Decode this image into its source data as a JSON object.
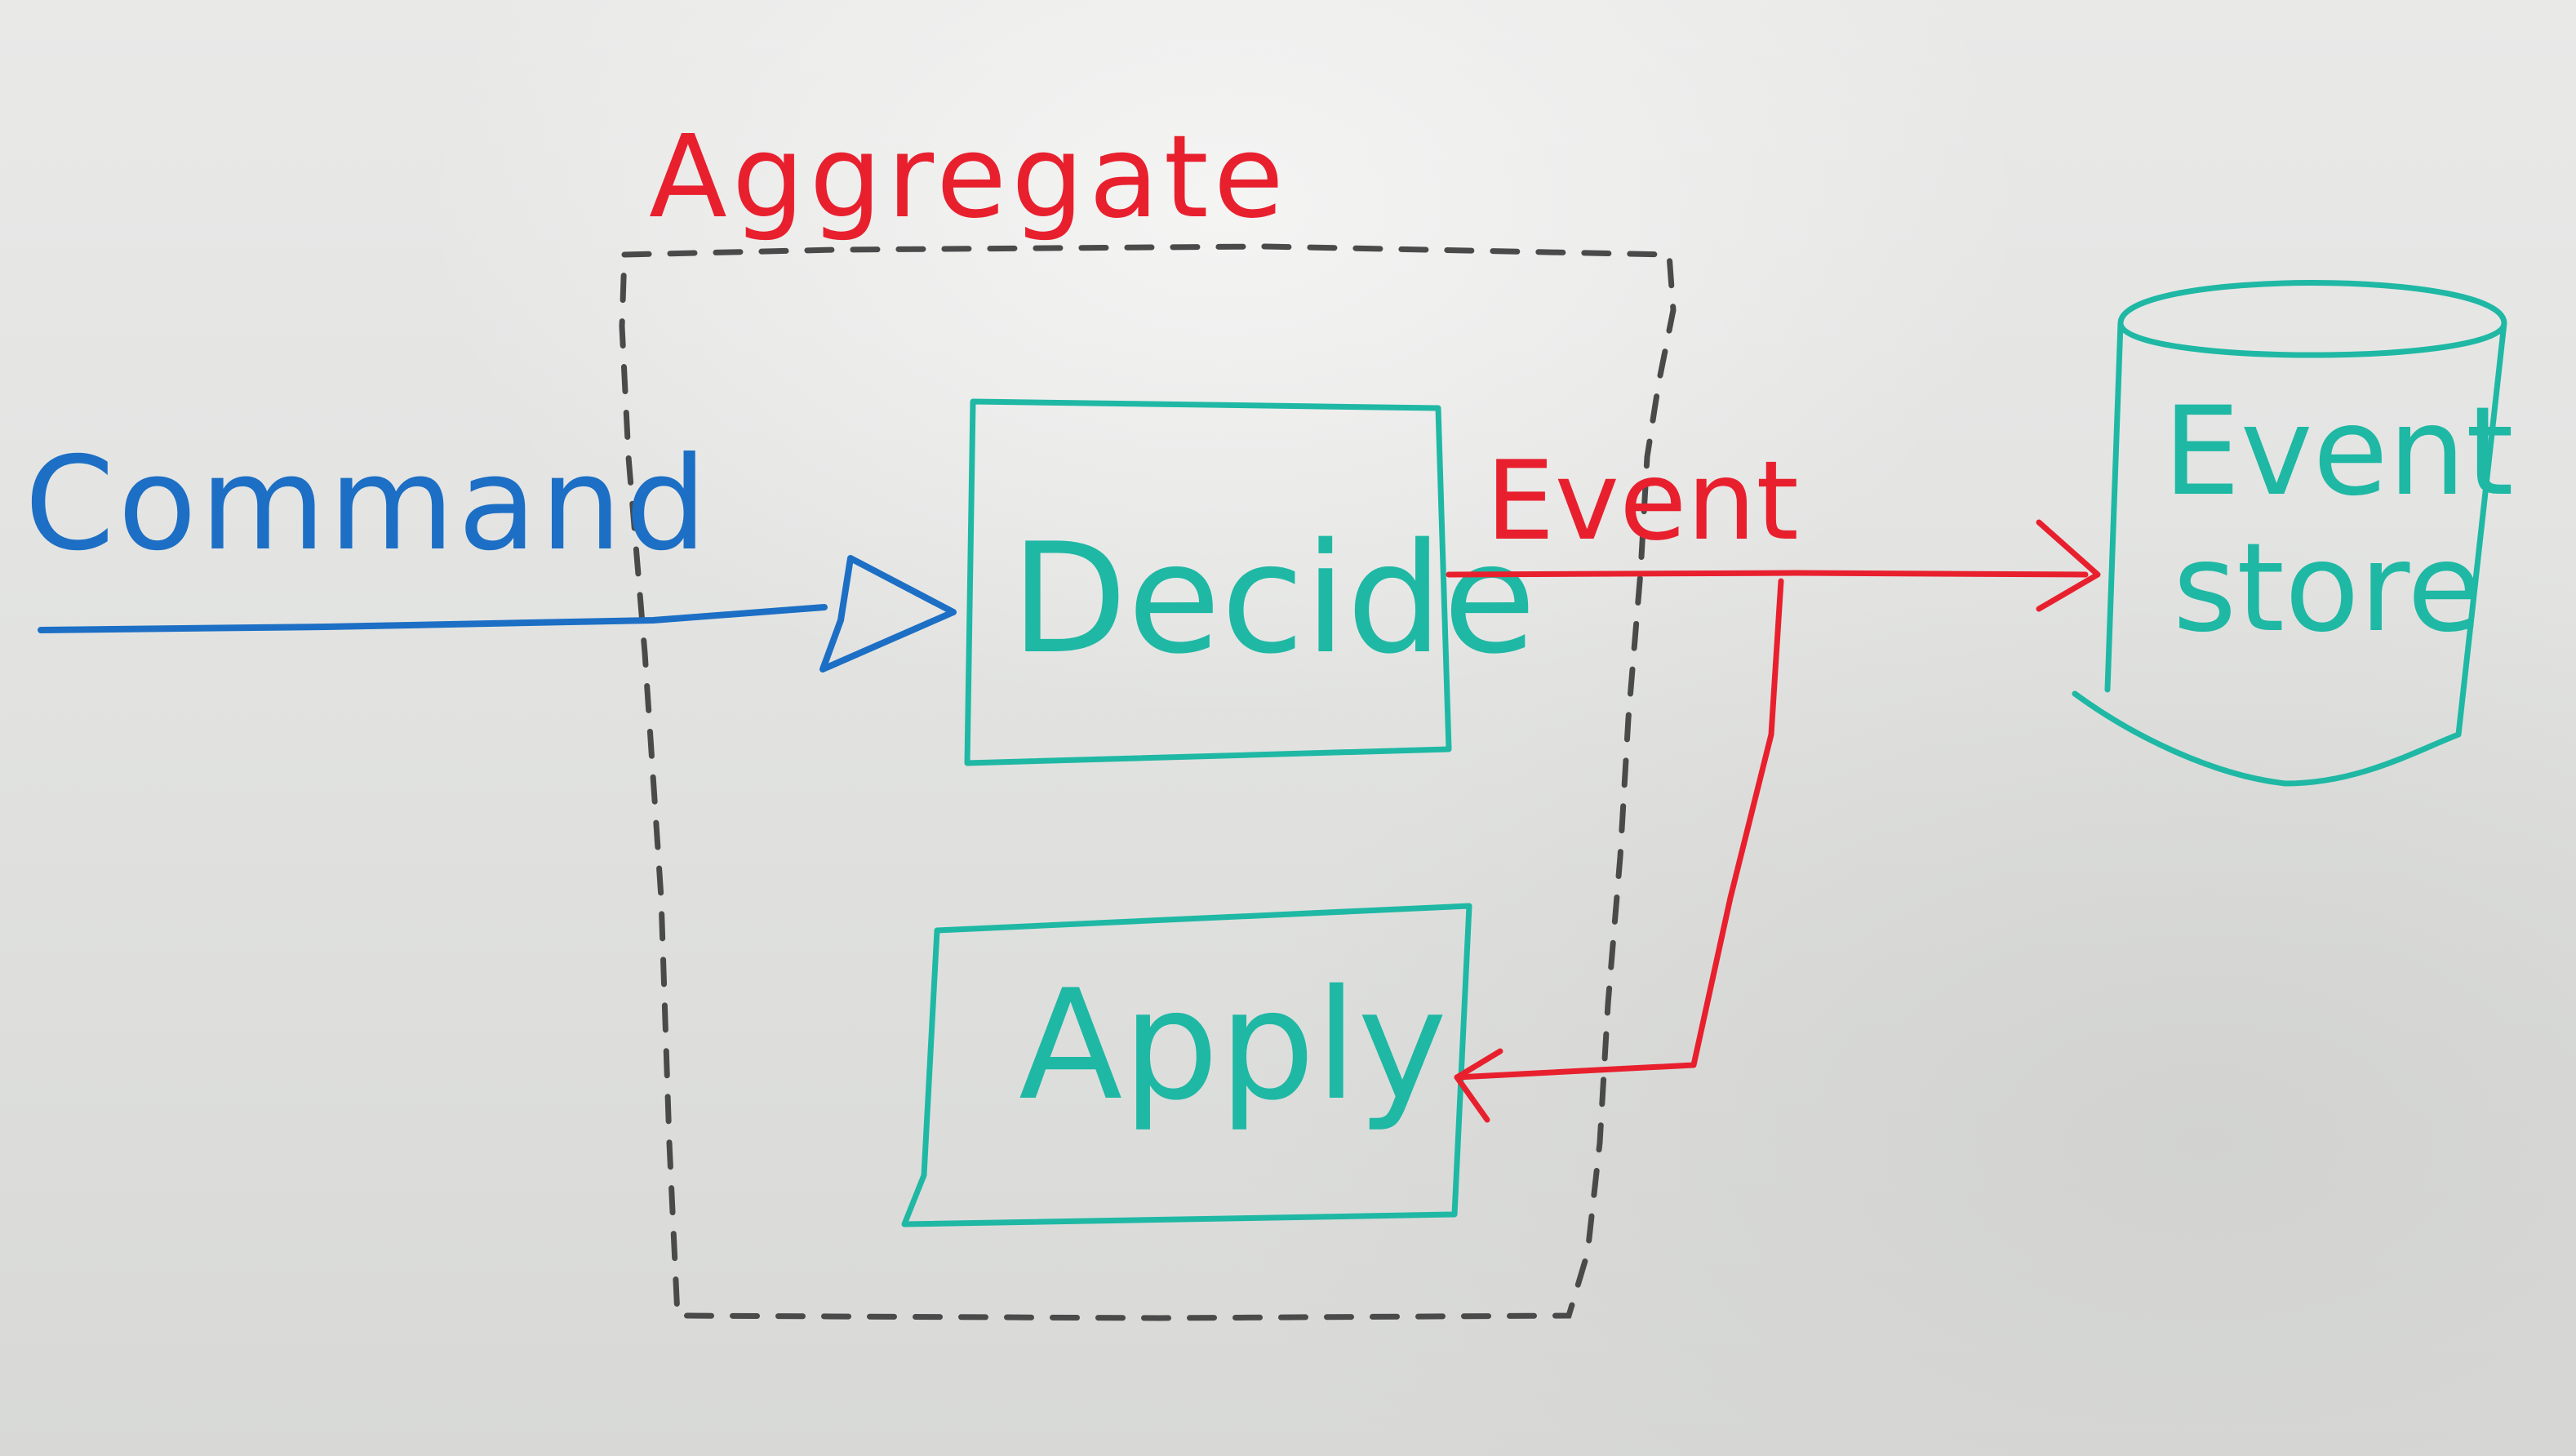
{
  "labels": {
    "aggregate": "Aggregate",
    "command": "Command",
    "decide": "Decide",
    "event": "Event",
    "apply": "Apply",
    "event_store_line1": "Event",
    "event_store_line2": "store"
  },
  "colors": {
    "board": "#e4e5e3",
    "command_blue": "#1c6fc4",
    "event_red": "#e8202e",
    "box_teal": "#1fb8a4",
    "dashed_gray": "#4a4a4a"
  },
  "icons": {
    "event_store": "database-cylinder-icon",
    "command_arrow": "open-triangle-arrowhead",
    "event_arrow": "chevron-arrowhead"
  }
}
